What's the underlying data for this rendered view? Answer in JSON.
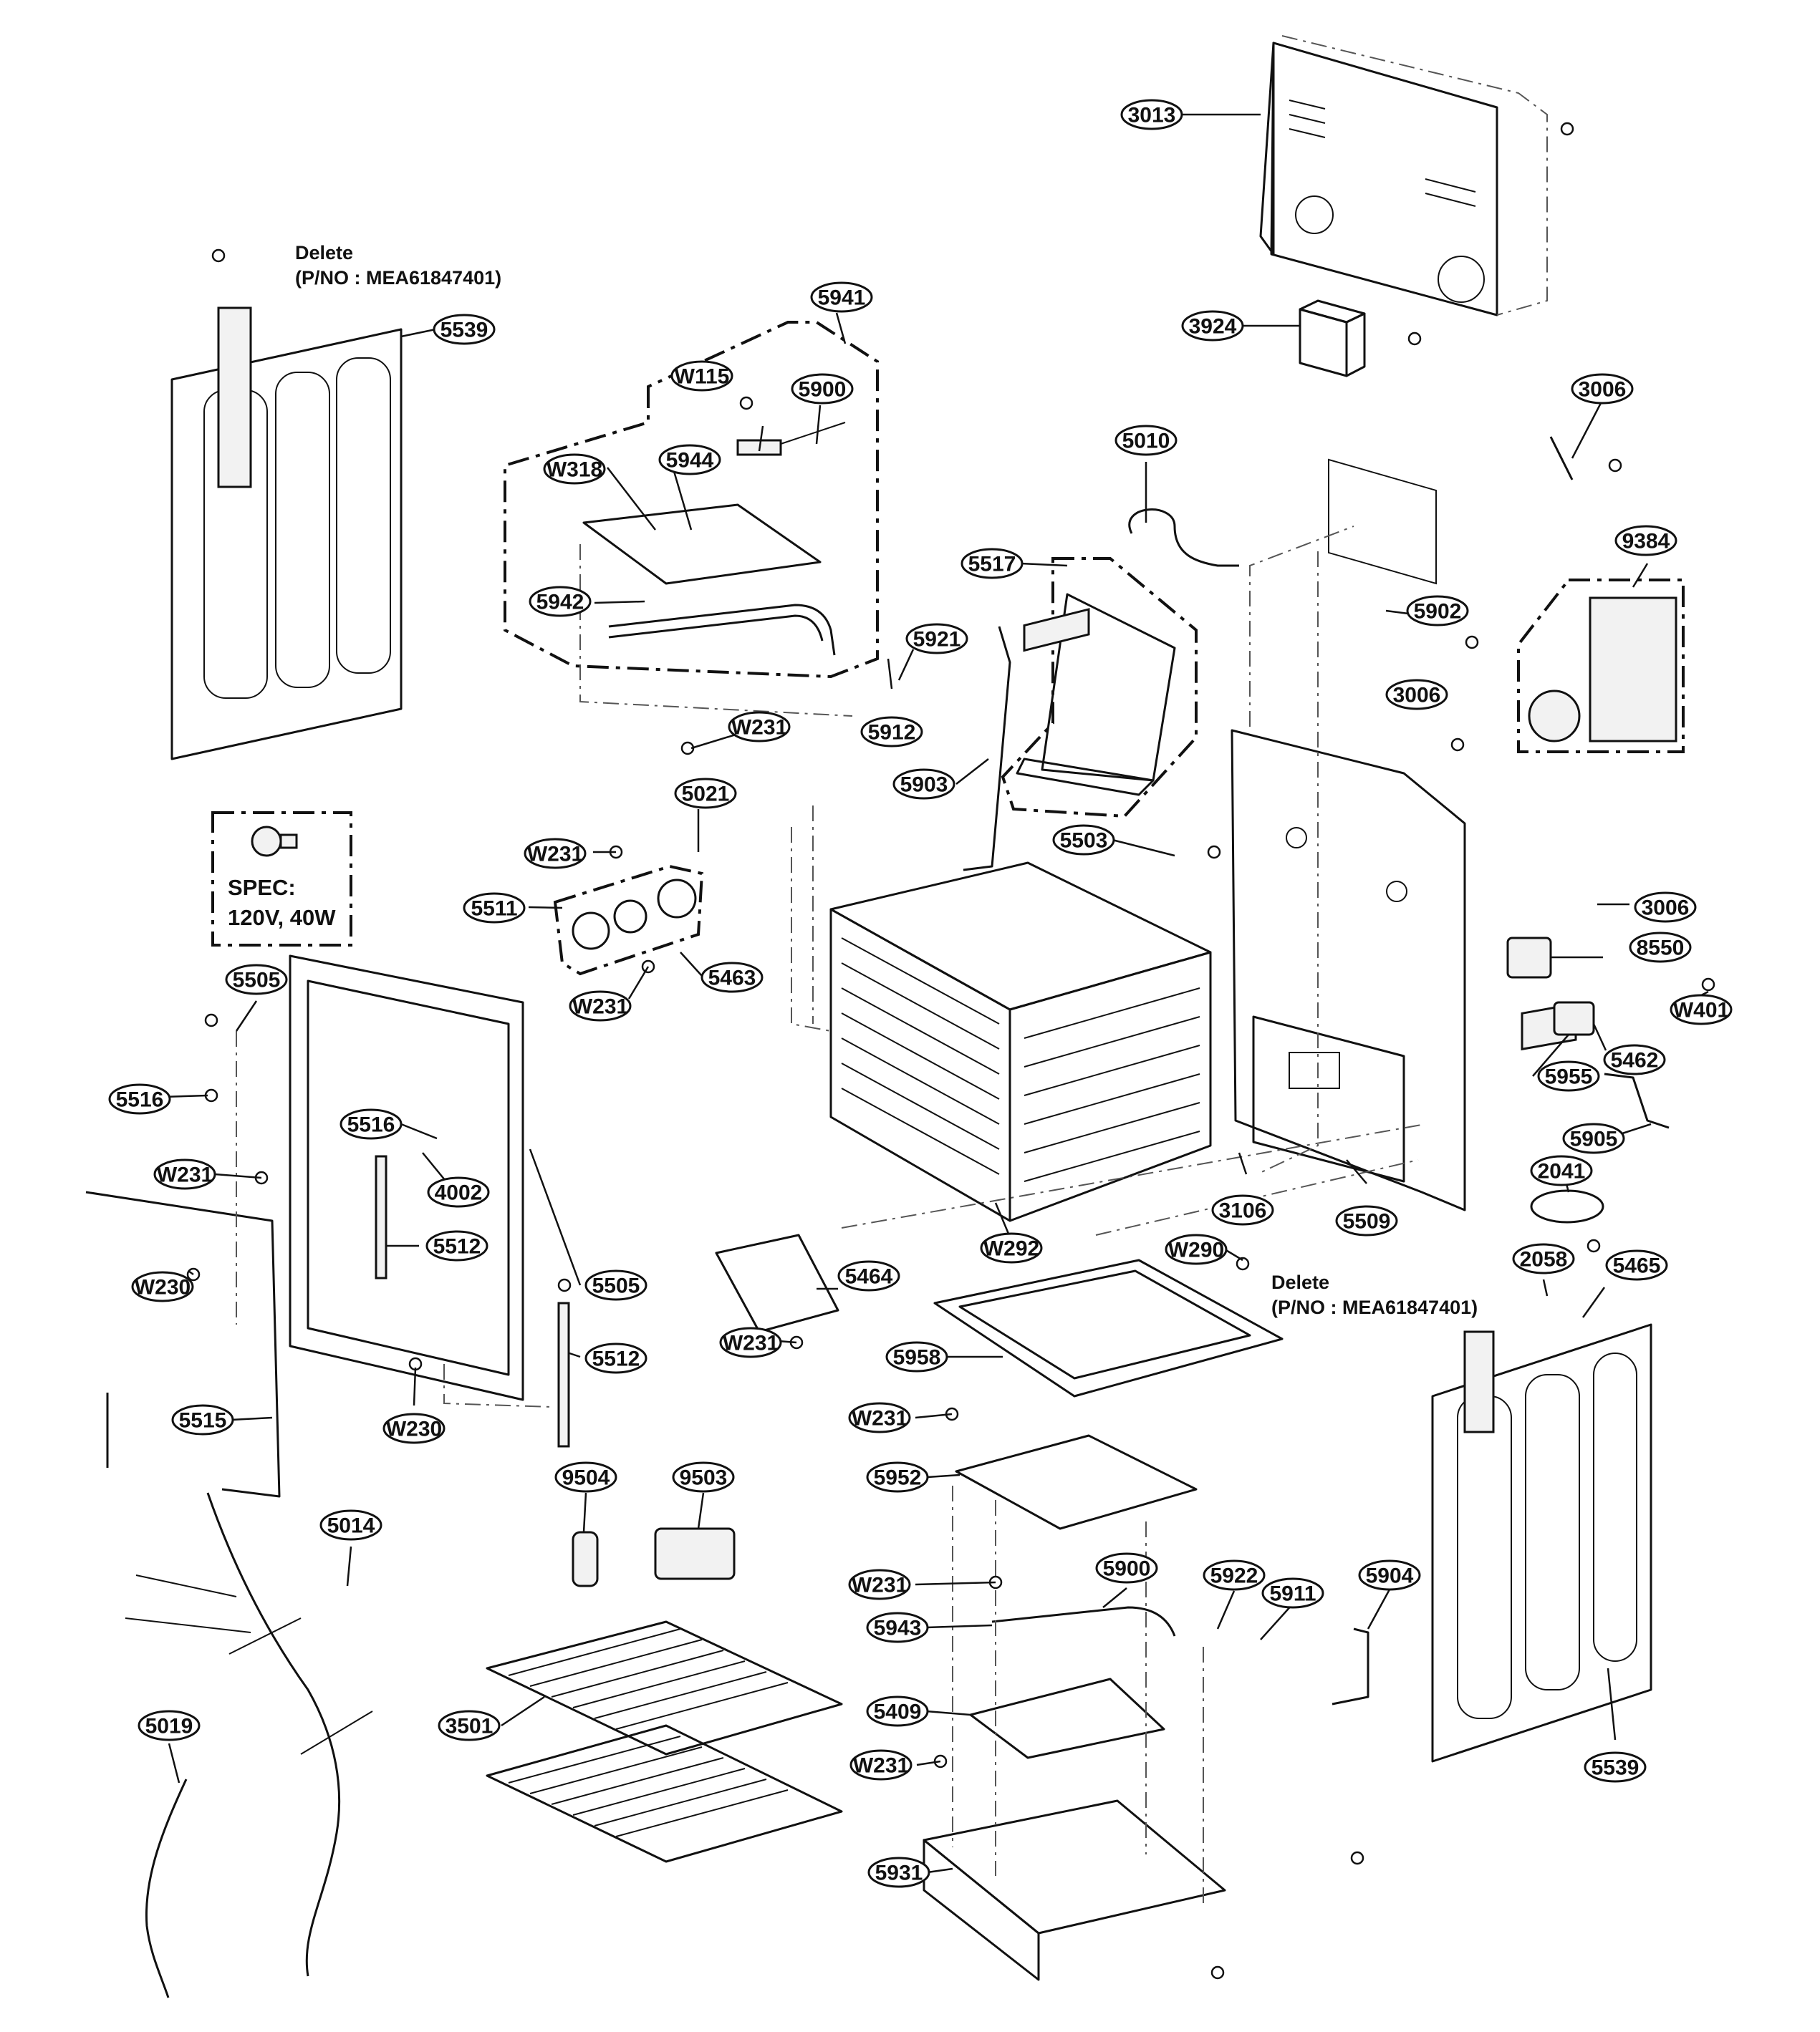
{
  "callouts": [
    {
      "id": "3013",
      "label": "3013"
    },
    {
      "id": "3924",
      "label": "3924"
    },
    {
      "id": "3006a",
      "label": "3006"
    },
    {
      "id": "3006b",
      "label": "3006"
    },
    {
      "id": "3006c",
      "label": "3006"
    },
    {
      "id": "9384",
      "label": "9384"
    },
    {
      "id": "5010",
      "label": "5010"
    },
    {
      "id": "5902",
      "label": "5902"
    },
    {
      "id": "5539a",
      "label": "5539"
    },
    {
      "id": "5941",
      "label": "5941"
    },
    {
      "id": "W115",
      "label": "W115"
    },
    {
      "id": "5900a",
      "label": "5900"
    },
    {
      "id": "W318",
      "label": "W318"
    },
    {
      "id": "5944",
      "label": "5944"
    },
    {
      "id": "5942",
      "label": "5942"
    },
    {
      "id": "5517",
      "label": "5517"
    },
    {
      "id": "5921",
      "label": "5921"
    },
    {
      "id": "5912",
      "label": "5912"
    },
    {
      "id": "W231a",
      "label": "W231"
    },
    {
      "id": "5903",
      "label": "5903"
    },
    {
      "id": "5021",
      "label": "5021"
    },
    {
      "id": "W231b",
      "label": "W231"
    },
    {
      "id": "5503",
      "label": "5503"
    },
    {
      "id": "5511",
      "label": "5511"
    },
    {
      "id": "W231c",
      "label": "W231"
    },
    {
      "id": "5463",
      "label": "5463"
    },
    {
      "id": "8550",
      "label": "8550"
    },
    {
      "id": "W401",
      "label": "W401"
    },
    {
      "id": "5462",
      "label": "5462"
    },
    {
      "id": "5955",
      "label": "5955"
    },
    {
      "id": "5905",
      "label": "5905"
    },
    {
      "id": "5505a",
      "label": "5505"
    },
    {
      "id": "5516a",
      "label": "5516"
    },
    {
      "id": "5516b",
      "label": "5516"
    },
    {
      "id": "4002",
      "label": "4002"
    },
    {
      "id": "W231d",
      "label": "W231"
    },
    {
      "id": "5512a",
      "label": "5512"
    },
    {
      "id": "W230a",
      "label": "W230"
    },
    {
      "id": "5505b",
      "label": "5505"
    },
    {
      "id": "5512b",
      "label": "5512"
    },
    {
      "id": "5515",
      "label": "5515"
    },
    {
      "id": "W230b",
      "label": "W230"
    },
    {
      "id": "W292",
      "label": "W292"
    },
    {
      "id": "3106",
      "label": "3106"
    },
    {
      "id": "5509",
      "label": "5509"
    },
    {
      "id": "2041",
      "label": "2041"
    },
    {
      "id": "W290",
      "label": "W290"
    },
    {
      "id": "5464",
      "label": "5464"
    },
    {
      "id": "W231e",
      "label": "W231"
    },
    {
      "id": "5958",
      "label": "5958"
    },
    {
      "id": "2058",
      "label": "2058"
    },
    {
      "id": "5465",
      "label": "5465"
    },
    {
      "id": "W231f",
      "label": "W231"
    },
    {
      "id": "5952",
      "label": "5952"
    },
    {
      "id": "9504",
      "label": "9504"
    },
    {
      "id": "9503",
      "label": "9503"
    },
    {
      "id": "5014",
      "label": "5014"
    },
    {
      "id": "5900b",
      "label": "5900"
    },
    {
      "id": "W231g",
      "label": "W231"
    },
    {
      "id": "5922",
      "label": "5922"
    },
    {
      "id": "5911",
      "label": "5911"
    },
    {
      "id": "5904",
      "label": "5904"
    },
    {
      "id": "5943",
      "label": "5943"
    },
    {
      "id": "5019",
      "label": "5019"
    },
    {
      "id": "3501",
      "label": "3501"
    },
    {
      "id": "5409",
      "label": "5409"
    },
    {
      "id": "W231h",
      "label": "W231"
    },
    {
      "id": "5539b",
      "label": "5539"
    },
    {
      "id": "5931",
      "label": "5931"
    }
  ],
  "notes": {
    "delete_top_line1": "Delete",
    "delete_top_line2": "(P/NO : MEA61847401)",
    "delete_right_line1": "Delete",
    "delete_right_line2": "(P/NO : MEA61847401)",
    "spec_line1": "SPEC:",
    "spec_line2": "120V, 40W"
  }
}
